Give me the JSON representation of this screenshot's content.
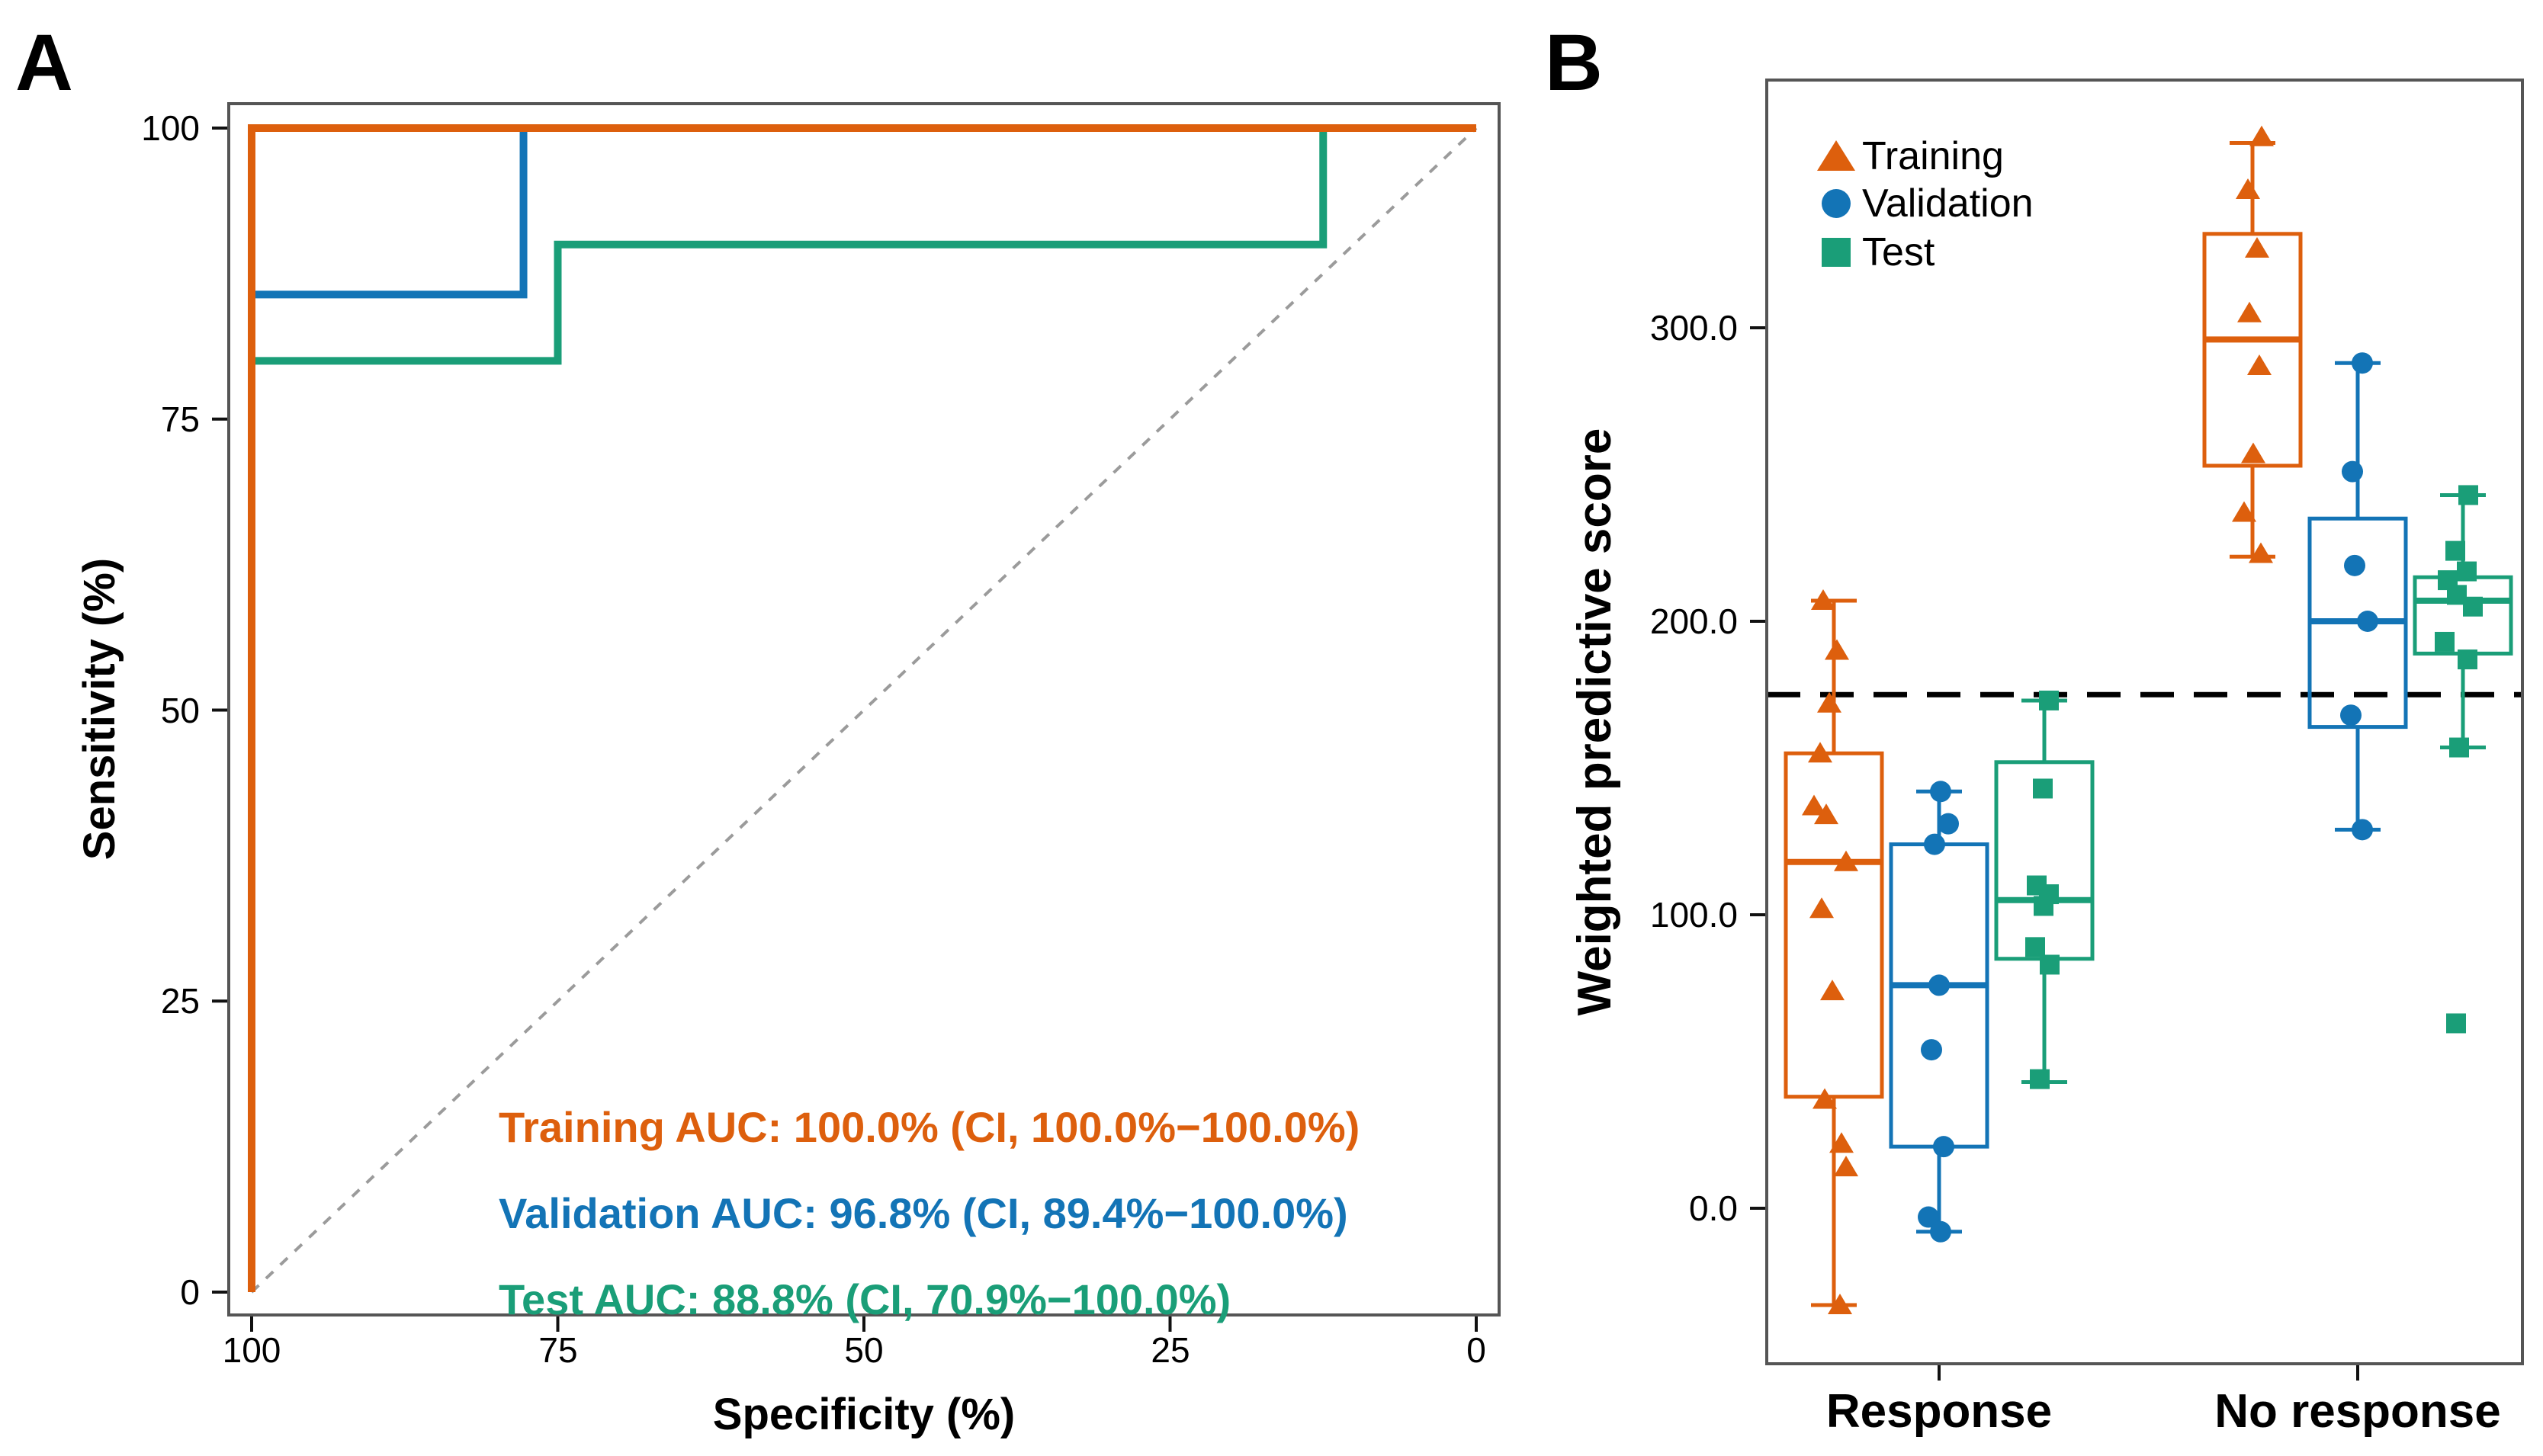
{
  "panels": {
    "a": {
      "label": "A"
    },
    "b": {
      "label": "B"
    }
  },
  "colors": {
    "training": "#DD5F0D",
    "validation": "#1374B6",
    "test": "#1A9E78",
    "threshold": "#000000",
    "diagonal": "#9B9B9B",
    "panel_border": "#555555"
  },
  "chart_data": [
    {
      "panel": "A",
      "type": "line",
      "subtype": "roc-step-curves",
      "xlabel": "Specificity (%)",
      "ylabel": "Sensitivity (%)",
      "x_axis": {
        "reversed": true,
        "range": [
          0,
          100
        ],
        "ticks": [
          {
            "label": "100",
            "value": 100
          },
          {
            "label": "75",
            "value": 75
          },
          {
            "label": "50",
            "value": 50
          },
          {
            "label": "25",
            "value": 25
          },
          {
            "label": "0",
            "value": 0
          }
        ]
      },
      "y_axis": {
        "range": [
          0,
          100
        ],
        "ticks": [
          {
            "label": "0",
            "value": 0
          },
          {
            "label": "25",
            "value": 25
          },
          {
            "label": "50",
            "value": 50
          },
          {
            "label": "75",
            "value": 75
          },
          {
            "label": "100",
            "value": 100
          }
        ]
      },
      "diagonal_reference": true,
      "series": [
        {
          "name": "Training",
          "color": "#DD5F0D",
          "points": [
            [
              100,
              0
            ],
            [
              100,
              100
            ],
            [
              0,
              100
            ]
          ],
          "auc_label": "Training AUC: 100.0% (CI, 100.0%−100.0%)"
        },
        {
          "name": "Validation",
          "color": "#1374B6",
          "points": [
            [
              100,
              0
            ],
            [
              100,
              85.7
            ],
            [
              77.8,
              85.7
            ],
            [
              77.8,
              100
            ],
            [
              0,
              100
            ]
          ],
          "auc_label": "Validation AUC: 96.8% (CI, 89.4%−100.0%)"
        },
        {
          "name": "Test",
          "color": "#1A9E78",
          "points": [
            [
              100,
              0
            ],
            [
              100,
              80
            ],
            [
              75,
              80
            ],
            [
              75,
              90
            ],
            [
              12.5,
              90
            ],
            [
              12.5,
              100
            ],
            [
              0,
              100
            ]
          ],
          "auc_label": "Test AUC: 88.8% (CI, 70.9%−100.0%)"
        }
      ]
    },
    {
      "panel": "B",
      "type": "boxplot",
      "ylabel": "Weighted predictive score",
      "categories": [
        "Response",
        "No response"
      ],
      "y_axis": {
        "ticks": [
          {
            "label": "300.0",
            "value": 300
          },
          {
            "label": "200.0",
            "value": 200
          },
          {
            "label": "100.0",
            "value": 100
          },
          {
            "label": "0.0",
            "value": 0
          }
        ]
      },
      "threshold_line": {
        "value": 175,
        "style": "dashed",
        "color": "#000000"
      },
      "legend": [
        {
          "name": "Training",
          "marker": "triangle",
          "color": "#DD5F0D"
        },
        {
          "name": "Validation",
          "marker": "circle",
          "color": "#1374B6"
        },
        {
          "name": "Test",
          "marker": "square",
          "color": "#1A9E78"
        }
      ],
      "groups": [
        {
          "category": "Response",
          "boxes": [
            {
              "series": "Training",
              "marker": "triangle",
              "color": "#DD5F0D",
              "whisker_low": -33,
              "q1": 38,
              "median": 118,
              "q3": 155,
              "whisker_high": 207,
              "points": [
                [
                  -14,
                  207
                ],
                [
                  4,
                  190
                ],
                [
                  -6,
                  172
                ],
                [
                  -18,
                  155
                ],
                [
                  -26,
                  137
                ],
                [
                  -10,
                  134
                ],
                [
                  16,
                  118
                ],
                [
                  -16,
                  102
                ],
                [
                  -2,
                  74
                ],
                [
                  -12,
                  37
                ],
                [
                  10,
                  22
                ],
                [
                  16,
                  14
                ],
                [
                  8,
                  -33
                ]
              ]
            },
            {
              "series": "Validation",
              "marker": "circle",
              "color": "#1374B6",
              "whisker_low": -8,
              "q1": 21,
              "median": 76,
              "q3": 124,
              "whisker_high": 142,
              "points": [
                [
                  2,
                  142
                ],
                [
                  12,
                  131
                ],
                [
                  -6,
                  124
                ],
                [
                  0,
                  76
                ],
                [
                  -10,
                  54
                ],
                [
                  6,
                  21
                ],
                [
                  -14,
                  -3
                ],
                [
                  2,
                  -8
                ]
              ]
            },
            {
              "series": "Test",
              "marker": "square",
              "color": "#1A9E78",
              "whisker_low": 43,
              "q1": 85,
              "median": 105,
              "q3": 152,
              "whisker_high": 173,
              "points": [
                [
                  6,
                  173
                ],
                [
                  -2,
                  143
                ],
                [
                  -10,
                  110
                ],
                [
                  6,
                  107
                ],
                [
                  -1,
                  103
                ],
                [
                  -12,
                  89
                ],
                [
                  7,
                  83
                ],
                [
                  -6,
                  44
                ]
              ]
            }
          ]
        },
        {
          "category": "No response",
          "boxes": [
            {
              "series": "Training",
              "marker": "triangle",
              "color": "#DD5F0D",
              "whisker_low": 222,
              "q1": 253,
              "median": 296,
              "q3": 332,
              "whisker_high": 363,
              "points": [
                [
                  12,
                  365
                ],
                [
                  -6,
                  347
                ],
                [
                  6,
                  327
                ],
                [
                  -4,
                  305
                ],
                [
                  9,
                  287
                ],
                [
                  1,
                  257
                ],
                [
                  -11,
                  237
                ],
                [
                  11,
                  223
                ]
              ]
            },
            {
              "series": "Validation",
              "marker": "circle",
              "color": "#1374B6",
              "whisker_low": 129,
              "q1": 164,
              "median": 200,
              "q3": 235,
              "whisker_high": 288,
              "points": [
                [
                  6,
                  288
                ],
                [
                  -7,
                  251
                ],
                [
                  -4,
                  219
                ],
                [
                  13,
                  200
                ],
                [
                  -9,
                  168
                ],
                [
                  6,
                  129
                ]
              ]
            },
            {
              "series": "Test",
              "marker": "square",
              "color": "#1A9E78",
              "whisker_low": 157,
              "q1": 189,
              "median": 207,
              "q3": 215,
              "whisker_high": 243,
              "points": [
                [
                  7,
                  243
                ],
                [
                  -10,
                  224
                ],
                [
                  5,
                  217
                ],
                [
                  -20,
                  214
                ],
                [
                  -8,
                  209
                ],
                [
                  13,
                  205
                ],
                [
                  -24,
                  193
                ],
                [
                  6,
                  187
                ],
                [
                  -5,
                  157
                ],
                [
                  -9,
                  63
                ]
              ]
            }
          ]
        }
      ]
    }
  ]
}
